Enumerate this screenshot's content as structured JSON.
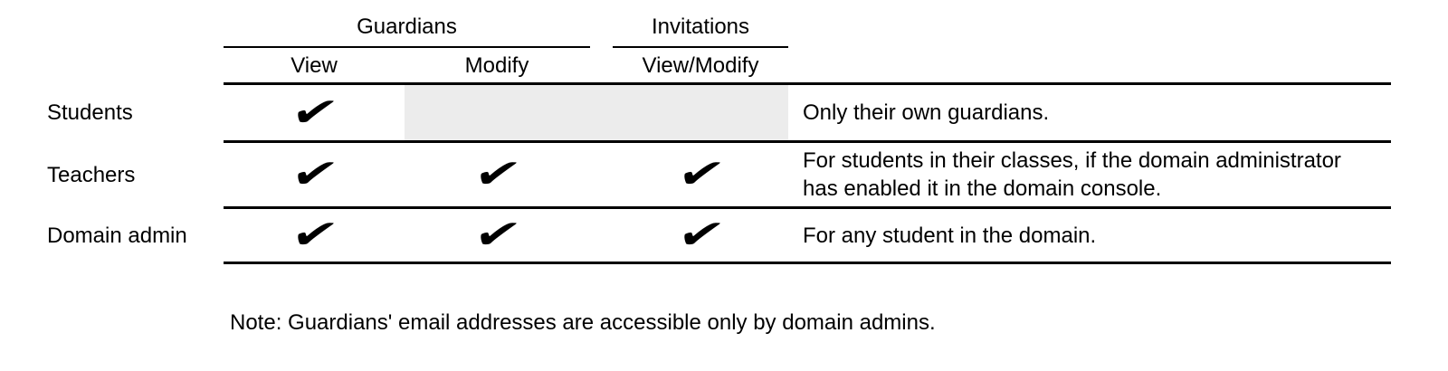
{
  "table": {
    "groups": [
      {
        "label": "Guardians"
      },
      {
        "label": "Invitations"
      }
    ],
    "columns": [
      {
        "label": "View",
        "group": "Guardians"
      },
      {
        "label": "Modify",
        "group": "Guardians"
      },
      {
        "label": "View/Modify",
        "group": "Invitations"
      }
    ],
    "rows": [
      {
        "label": "Students",
        "cells": [
          "✔",
          "",
          ""
        ],
        "note_lines": [
          "Only their own guardians."
        ]
      },
      {
        "label": "Teachers",
        "cells": [
          "✔",
          "✔",
          "✔"
        ],
        "note_lines": [
          "For students in their classes, if the domain administrator",
          "has enabled it in the domain console."
        ]
      },
      {
        "label": "Domain admin",
        "cells": [
          "✔",
          "✔",
          "✔"
        ],
        "note_lines": [
          "For any student in the domain."
        ]
      }
    ],
    "check_glyph": "✔"
  },
  "footnote": "Note: Guardians' email addresses are accessible only by domain admins.",
  "colors": {
    "text": "#000000",
    "line": "#000000",
    "disabled_cell_bg": "#ececec",
    "background": "#ffffff"
  }
}
